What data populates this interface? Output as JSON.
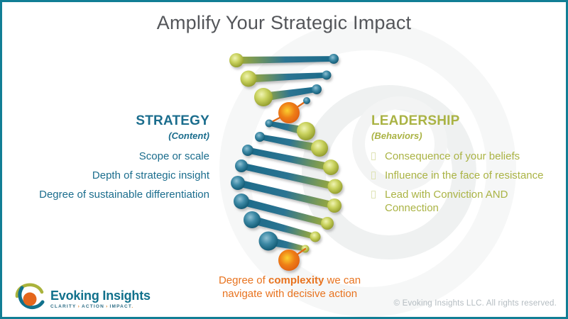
{
  "slide": {
    "title": "Amplify Your Strategic Impact"
  },
  "strategy": {
    "heading": "STRATEGY",
    "subheading": "(Content)",
    "items": [
      "Scope or scale",
      "Depth of strategic insight",
      "Degree of sustainable differentiation"
    ]
  },
  "leadership": {
    "heading": "LEADERSHIP",
    "subheading": "(Behaviors)",
    "items": [
      "Consequence of your beliefs",
      "Influence in the face of resistance",
      "Lead with Conviction AND Connection"
    ]
  },
  "complexity": {
    "line1_pre": "Degree of ",
    "line1_bold": "complexity",
    "line1_post": " we can",
    "line2": "navigate with decisive action"
  },
  "footer": {
    "logo_name": "Evoking Insights",
    "tagline": {
      "words": [
        "CLARITY",
        "ACTION",
        "IMPACT"
      ],
      "separator": "›",
      "period": "."
    },
    "copyright": "© Evoking Insights LLC.  All rights reserved."
  },
  "colors": {
    "teal": "#1b6d8d",
    "olive": "#aab344",
    "orange": "#e8731f",
    "title_gray": "#54565a",
    "border_teal": "#117e95",
    "copyright_gray": "#b4bcc1"
  }
}
